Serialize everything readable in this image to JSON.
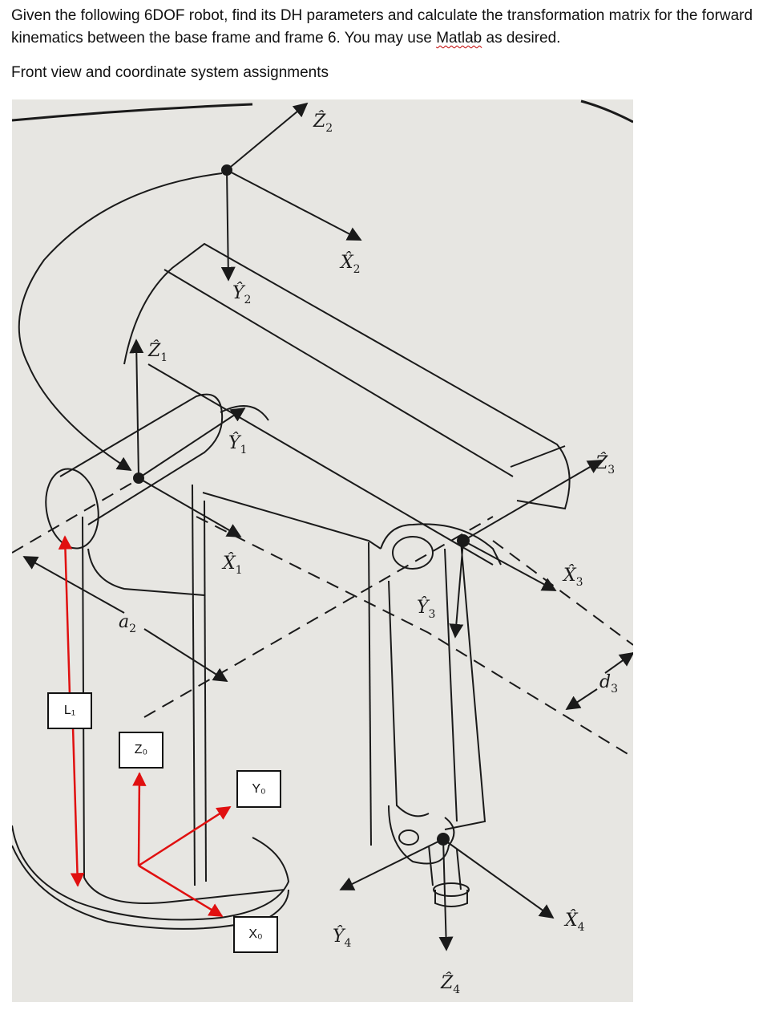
{
  "question": {
    "part1": "Given the following 6DOF robot, find its DH parameters and calculate the transformation matrix for the forward kinematics between the base frame and frame 6. You may use ",
    "wavy_word": "Matlab",
    "part2": " as desired."
  },
  "caption": "Front view and coordinate system assignments",
  "figure": {
    "axis_labels": {
      "z2": {
        "sym": "Ẑ",
        "sub": "2"
      },
      "x2": {
        "sym": "X̂",
        "sub": "2"
      },
      "y2": {
        "sym": "Ŷ",
        "sub": "2"
      },
      "z1": {
        "sym": "Ẑ",
        "sub": "1"
      },
      "y1": {
        "sym": "Ŷ",
        "sub": "1"
      },
      "x1": {
        "sym": "X̂",
        "sub": "1"
      },
      "z3": {
        "sym": "Ẑ",
        "sub": "3"
      },
      "x3": {
        "sym": "X̂",
        "sub": "3"
      },
      "y3": {
        "sym": "Ŷ",
        "sub": "3"
      },
      "a2": {
        "sym": "a",
        "sub": "2"
      },
      "d3": {
        "sym": "d",
        "sub": "3"
      },
      "y4": {
        "sym": "Ŷ",
        "sub": "4"
      },
      "x4": {
        "sym": "X̂",
        "sub": "4"
      },
      "z4": {
        "sym": "Ẑ",
        "sub": "4"
      }
    },
    "boxes": {
      "l1": "L₁",
      "z0": "Z₀",
      "y0": "Y₀",
      "x0": "X₀"
    }
  },
  "colors": {
    "annotation_red": "#e01010",
    "figure_bg": "#e7e6e2",
    "ink": "#1a1a1a"
  }
}
